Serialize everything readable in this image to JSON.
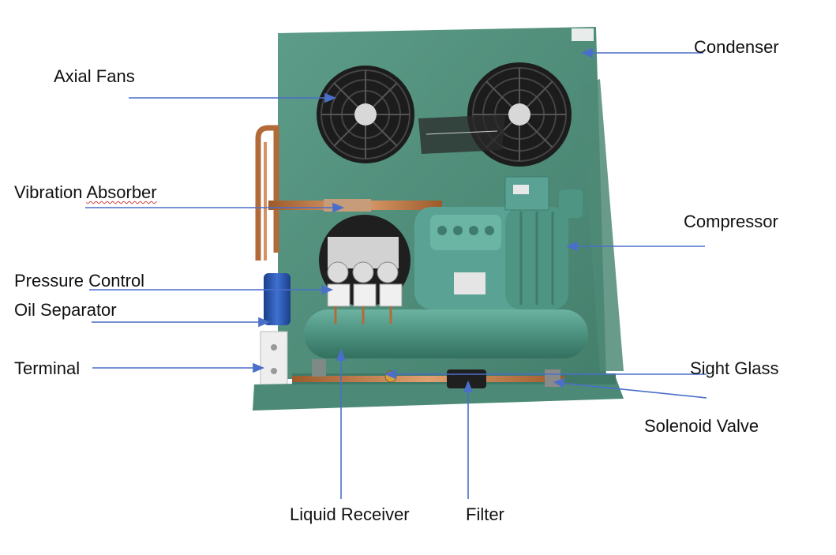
{
  "labels": {
    "axial_fans": "Axial Fans",
    "condenser": "Condenser",
    "vibration_absorber_1": "Vibration",
    "vibration_absorber_2": "Absorber",
    "compressor": "Compressor",
    "pressure_control": "Pressure Control",
    "oil_separator": "Oil Separator",
    "terminal": "Terminal",
    "sight_glass": "Sight Glass",
    "solenoid_valve": "Solenoid Valve",
    "liquid_receiver": "Liquid Receiver",
    "filter": "Filter"
  },
  "colors": {
    "unit_green": "#4e8f7c",
    "leader_blue": "#4a6fc9",
    "copper": "#c27a45",
    "compressor_green": "#5aa394",
    "fan_black": "#1c1c1c",
    "oil_separator_blue": "#2552a8"
  }
}
